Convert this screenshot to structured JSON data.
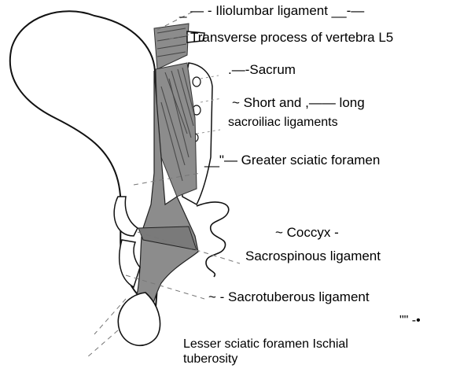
{
  "labels": {
    "iliolumbar": "_ — - Iliolumbar ligament __-—",
    "transverse": "Transverse process of vertebra L5",
    "sacrum": ".—-Sacrum",
    "sacroiliac_line1": "~ Short and ,—— long",
    "sacroiliac_line2": "sacroiliac ligaments",
    "greater_sciatic": "__\"— Greater sciatic foramen",
    "coccyx": "~ Coccyx -",
    "sacrospinous": "Sacrospinous ligament",
    "sacrotuberous": "~ - Sacrotuberous ligament",
    "stray_mark": "\"\" -•",
    "lesser_line1": "Lesser sciatic foramen Ischial",
    "lesser_line2": "tuberosity"
  },
  "colors": {
    "ligament_fill": "#8c8c8c",
    "outline": "#111111",
    "background": "#ffffff",
    "guide_dash": "#777777"
  }
}
